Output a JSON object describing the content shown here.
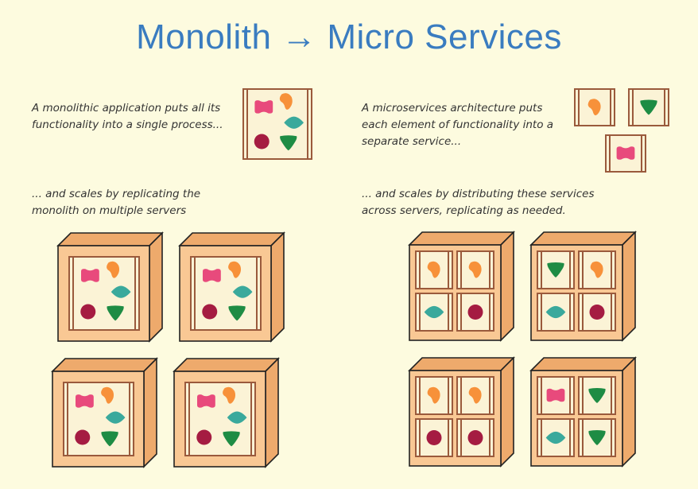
{
  "title": "Monolith → Micro Services",
  "captions": {
    "monolith": [
      "A monolithic application puts all its",
      "functionality into a single process..."
    ],
    "microservices": [
      "A microservices architecture puts",
      "each element of functionality into a",
      "separate service..."
    ],
    "monolith_scale": [
      "... and scales by replicating the",
      "monolith on multiple servers"
    ],
    "microservices_scale": [
      "... and scales by distributing these services",
      "across servers, replicating as needed."
    ]
  },
  "colors": {
    "background": "#fdfbdf",
    "title": "#3a7cc0",
    "server_face": "#f9c894",
    "server_side": "#eeaa6c",
    "frame": "#9a5a3c",
    "frame_fill": "#fbf3d6",
    "pink": "#e84a7c",
    "orange": "#f7913a",
    "teal": "#3aa99c",
    "maroon": "#a51c42",
    "green": "#1e8c44"
  },
  "services": {
    "pink": "pink-blob",
    "orange": "orange-blob",
    "teal": "teal-diamond",
    "maroon": "maroon-circle",
    "green": "green-triangle"
  },
  "microservice_servers": [
    [
      "orange",
      "orange",
      "teal",
      "maroon"
    ],
    [
      "green",
      "orange",
      "teal",
      "maroon"
    ],
    [
      "orange",
      "orange",
      "maroon",
      "maroon"
    ],
    [
      "pink",
      "green",
      "teal",
      "green"
    ]
  ]
}
